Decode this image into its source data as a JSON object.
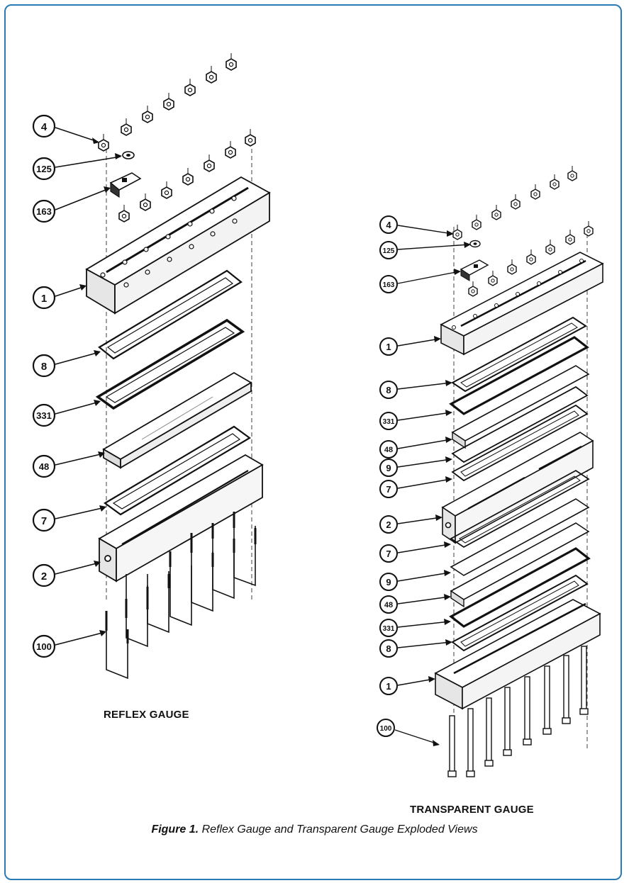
{
  "colors": {
    "frame": "#2a7ab5",
    "ink": "#111111"
  },
  "reflex": {
    "title": "REFLEX GAUGE",
    "callouts": [
      "4",
      "125",
      "163",
      "1",
      "8",
      "331",
      "48",
      "7",
      "2",
      "100"
    ]
  },
  "transparent": {
    "title": "TRANSPARENT GAUGE",
    "callouts": [
      "4",
      "125",
      "163",
      "1",
      "8",
      "331",
      "48",
      "9",
      "7",
      "2",
      "7",
      "9",
      "48",
      "331",
      "8",
      "1",
      "100"
    ]
  },
  "figure": {
    "number": "Figure 1.",
    "caption": "Reflex Gauge and Transparent Gauge Exploded Views"
  }
}
